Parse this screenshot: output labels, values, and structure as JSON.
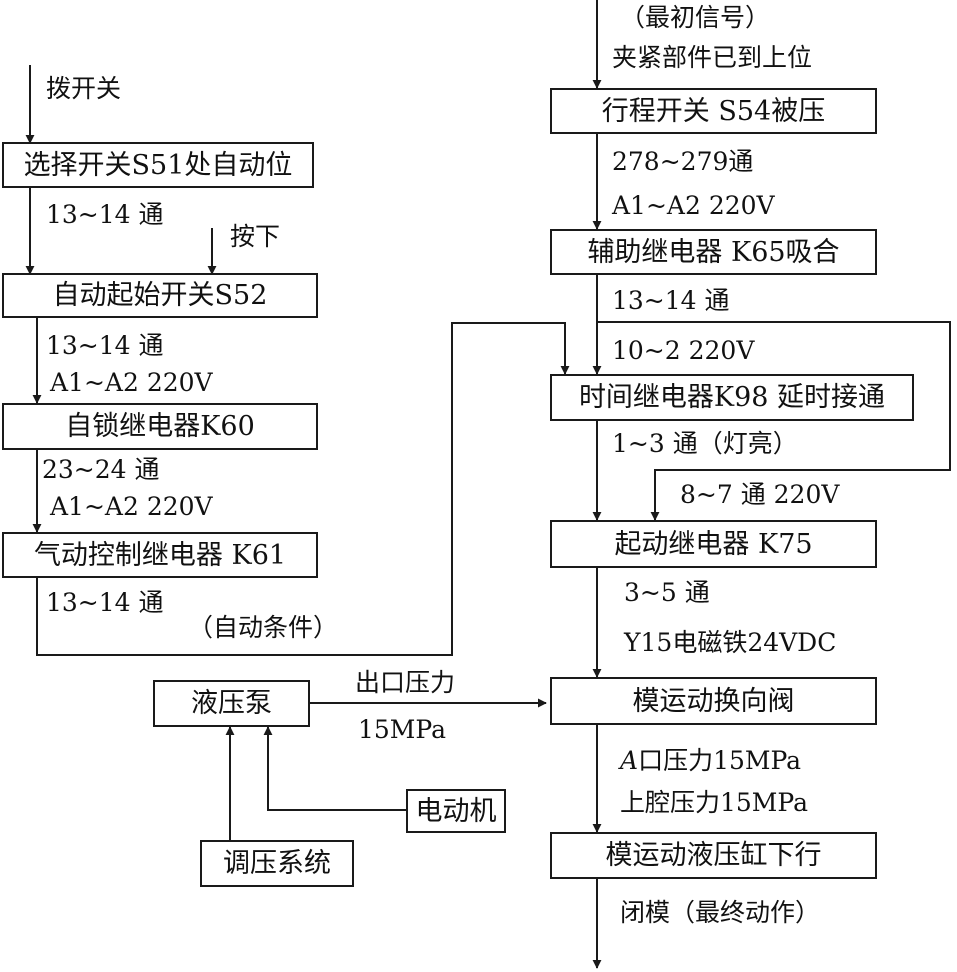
{
  "left": {
    "flip_switch": "拨开关",
    "selector_switch": "选择开关S51处自动位",
    "link1": "13~14 通",
    "press_down": "按下",
    "auto_start_switch": "自动起始开关S52",
    "link2": "13~14 通",
    "link3": "A1~A2  220V",
    "self_lock_relay": "自锁继电器K60",
    "link4": "23~24 通",
    "link5": "A1~A2  220V",
    "pneumatic_relay": "气动控制继电器 K61",
    "link6": "13~14 通",
    "auto_condition": "（自动条件）"
  },
  "right": {
    "initial_signal": "（最初信号）",
    "clamp_in_place": "夹紧部件已到上位",
    "limit_switch": "行程开关 S54被压",
    "link1": "278~279通",
    "link2": "A1~A2  220V",
    "aux_relay": "辅助继电器 K65吸合",
    "link3": "13~14 通",
    "link4": "10~2  220V",
    "time_relay": "时间继电器K98 延时接通",
    "link5": "1~3 通（灯亮）",
    "link6": "8~7 通 220V",
    "start_relay": "起动继电器 K75",
    "link7": "3~5 通",
    "link8": "Y15电磁铁24VDC",
    "valve": "模运动换向阀",
    "link9_italic": "A",
    "link9_rest": "口压力15MPa",
    "link10": "上腔压力15MPa",
    "cylinder": "模运动液压缸下行",
    "final_action": "闭模（最终动作）"
  },
  "pump": {
    "pump": "液压泵",
    "outlet_pressure": "出口压力",
    "pressure_value": "15MPa",
    "motor": "电动机",
    "regulator": "调压系统"
  }
}
